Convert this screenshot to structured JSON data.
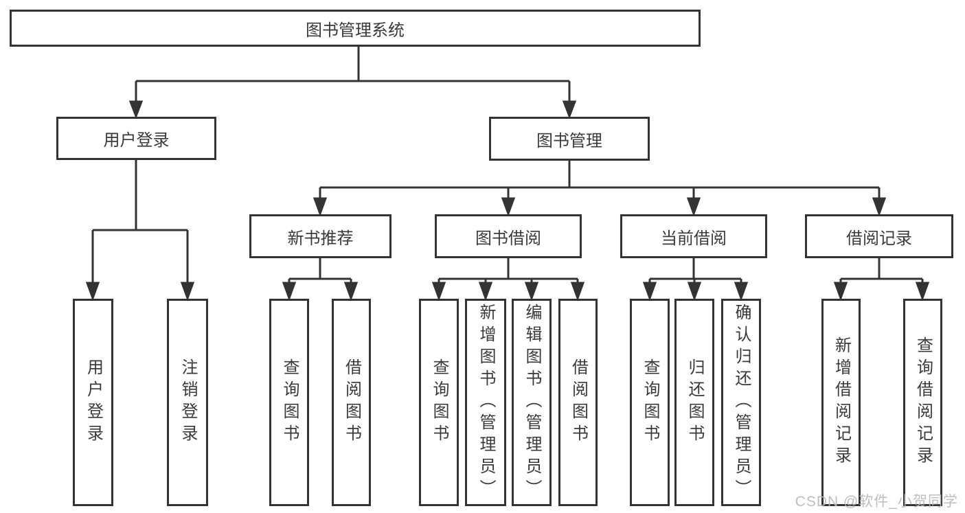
{
  "diagram": {
    "title": "图书管理系统",
    "children": [
      {
        "label": "用户登录",
        "leaves": [
          "用户登录",
          "注销登录"
        ]
      },
      {
        "label": "图书管理",
        "children": [
          {
            "label": "新书推荐",
            "leaves": [
              "查询图书",
              "借阅图书"
            ]
          },
          {
            "label": "图书借阅",
            "leaves": [
              "查询图书",
              "新增图书（管理员）",
              "编辑图书（管理员）",
              "借阅图书"
            ]
          },
          {
            "label": "当前借阅",
            "leaves": [
              "查询图书",
              "归还图书",
              "确认归还（管理员）"
            ]
          },
          {
            "label": "借阅记录",
            "leaves": [
              "新增借阅记录",
              "查询借阅记录"
            ]
          }
        ]
      }
    ]
  },
  "watermark": "CSDN @软件_小贺同学",
  "colors": {
    "line": "#333333",
    "text": "#3a3a3a",
    "background": "#ffffff",
    "watermark": "#b9b9b9"
  }
}
